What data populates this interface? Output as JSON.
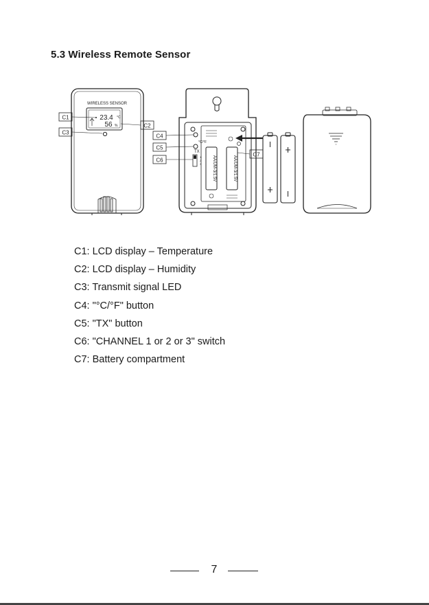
{
  "section_heading": "5.3 Wireless Remote Sensor",
  "figure": {
    "device_label": "WIRELESS SENSOR",
    "lcd_temperature": "23.4",
    "lcd_humidity": "56",
    "temp_unit": "°C",
    "humidity_unit": "%",
    "button_c_f_label": "°C/°F",
    "button_tx_label": "TX",
    "switch_positions": [
      "1",
      "2",
      "3"
    ],
    "battery_label": "AA/UM-3/1.5V",
    "callouts": {
      "c1": "C1",
      "c2": "C2",
      "c3": "C3",
      "c4": "C4",
      "c5": "C5",
      "c6": "C6",
      "c7": "C7"
    }
  },
  "legend": [
    "C1: LCD display – Temperature",
    "C2: LCD display – Humidity",
    "C3: Transmit signal LED",
    "C4: \"°C/°F\" button",
    "C5: \"TX\" button",
    "C6: \"CHANNEL 1 or 2 or 3\" switch",
    "C7: Battery compartment"
  ],
  "page_number": "7"
}
